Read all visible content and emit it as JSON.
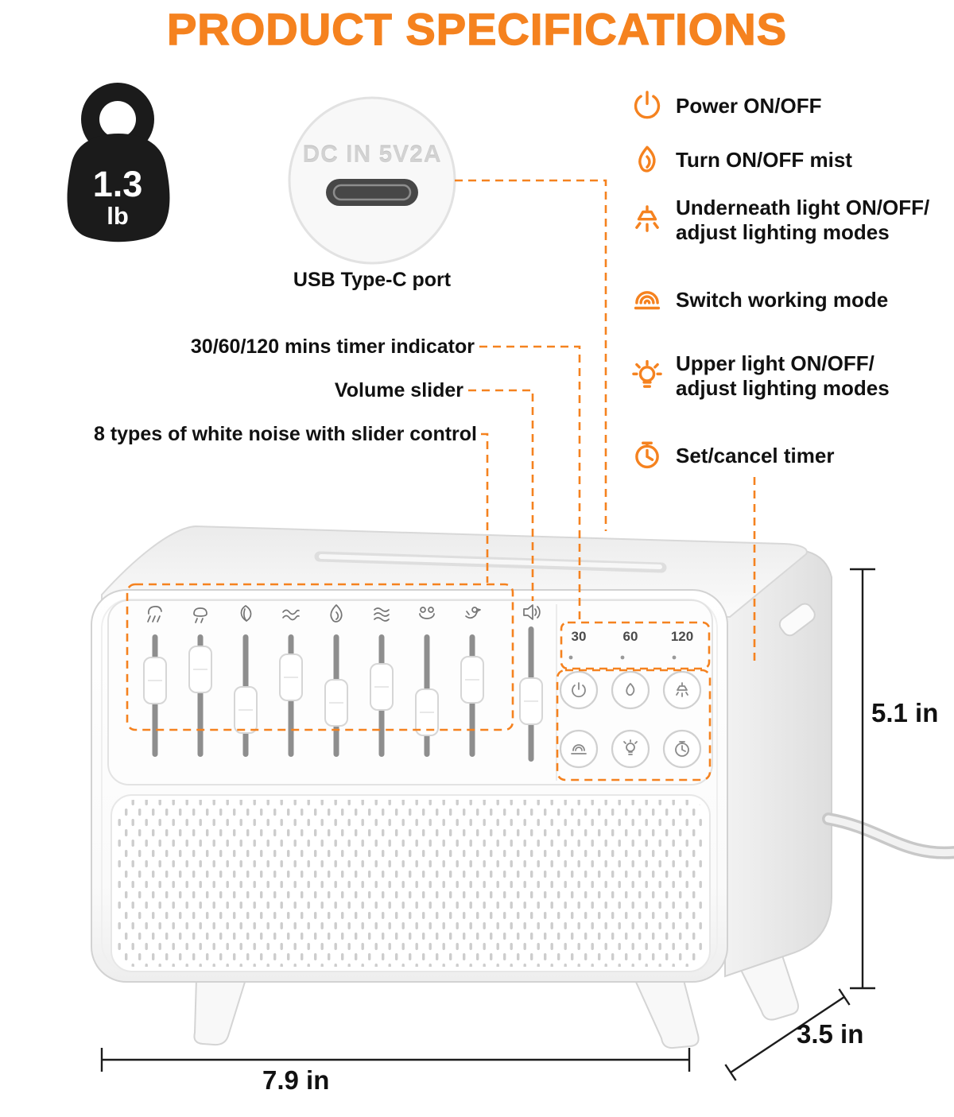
{
  "title": "PRODUCT SPECIFICATIONS",
  "colors": {
    "accent": "#F5821F",
    "text": "#111111",
    "device_stroke": "#d2d2d2"
  },
  "weight": {
    "value": "1.3",
    "unit": "lb",
    "icon": "weight-icon"
  },
  "usb": {
    "embossed_text": "DC IN 5V2A",
    "label": "USB Type-C port"
  },
  "features": [
    {
      "icon": "power-icon",
      "lines": [
        "Power ON/OFF"
      ]
    },
    {
      "icon": "mist-icon",
      "lines": [
        "Turn ON/OFF mist"
      ]
    },
    {
      "icon": "underneath-light-icon",
      "lines": [
        "Underneath light ON/OFF/",
        "adjust lighting modes"
      ]
    },
    {
      "icon": "working-mode-icon",
      "lines": [
        "Switch working mode"
      ]
    },
    {
      "icon": "upper-light-icon",
      "lines": [
        "Upper light ON/OFF/",
        "adjust lighting modes"
      ]
    },
    {
      "icon": "timer-icon",
      "lines": [
        "Set/cancel timer"
      ]
    }
  ],
  "callouts": {
    "timer": "30/60/120 mins timer indicator",
    "volume": "Volume slider",
    "noise": "8 types of white noise with slider control"
  },
  "device": {
    "timer_marks": [
      "30",
      "60",
      "120"
    ],
    "sound_icons": [
      "rain-icon",
      "storm-icon",
      "leaf-icon",
      "wave-icon",
      "fire-icon",
      "stream-icon",
      "frog-icon",
      "bird-icon"
    ],
    "volume_icon": "speaker-icon",
    "button_icons": [
      "power-icon",
      "mist-icon",
      "pendant-light-icon",
      "mode-icon",
      "bulb-icon",
      "timer-icon"
    ]
  },
  "dimensions": {
    "height": "5.1 in",
    "width": "7.9 in",
    "depth": "3.5 in"
  }
}
